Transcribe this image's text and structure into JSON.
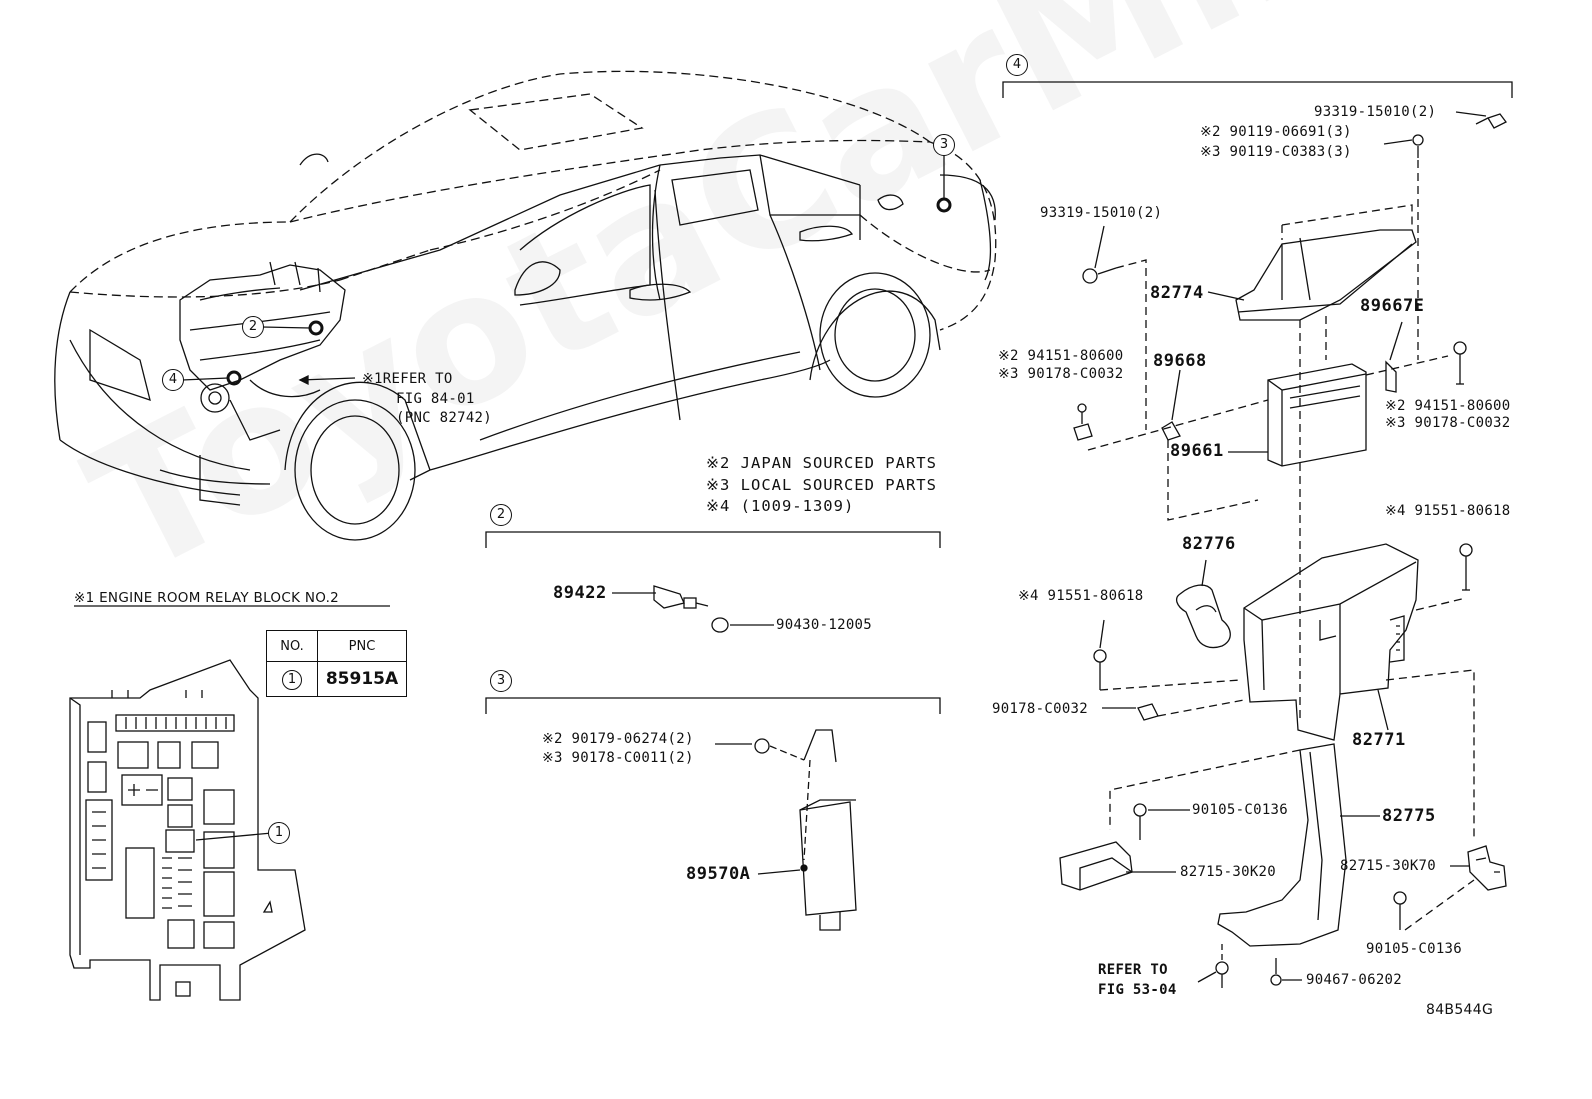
{
  "watermark": "ToyotaCarMine.ru",
  "figure_code": "84B544G",
  "car_callouts": [
    "2",
    "4",
    "3"
  ],
  "car_note": {
    "mark": "※1",
    "line1": "REFER TO",
    "line2": "FIG 84-01",
    "line3": "(PNC 82742)"
  },
  "notes": [
    "※2 JAPAN SOURCED PARTS",
    "※3 LOCAL SOURCED PARTS",
    "※4 (1009-1309)"
  ],
  "relay_block": {
    "title": "※1 ENGINE ROOM RELAY BLOCK NO.2",
    "callout": "1",
    "table": {
      "headers": [
        "NO.",
        "PNC"
      ],
      "rows": [
        [
          "1",
          "85915A"
        ]
      ]
    }
  },
  "group2": {
    "marker": "2",
    "parts": {
      "p89422": "89422",
      "p90430": "90430-12005"
    }
  },
  "group3": {
    "marker": "3",
    "parts": {
      "p90179": "※2 90179-06274(2)",
      "p90178": "※3 90178-C0011(2)",
      "p89570A": "89570A"
    }
  },
  "group4": {
    "marker": "4",
    "parts": {
      "p93319_top": "93319-15010(2)",
      "p90119_06691": "※2 90119-06691(3)",
      "p90119_C0383": "※3 90119-C0383(3)",
      "p93319_left": "93319-15010(2)",
      "p82774": "82774",
      "p89667E": "89667E",
      "p94151_left": "※2 94151-80600",
      "p90178_left": "※3 90178-C0032",
      "p89668": "89668",
      "p94151_right": "※2 94151-80600",
      "p90178_right": "※3 90178-C0032",
      "p89661": "89661",
      "p91551_right": "※4 91551-80618",
      "p82776": "82776",
      "p91551_left": "※4 91551-80618",
      "p90178_C0032": "90178-C0032",
      "p82771": "82771",
      "p90105_top": "90105-C0136",
      "p82775": "82775",
      "p82715_30K20": "82715-30K20",
      "p82715_30K70": "82715-30K70",
      "p90105_bottom": "90105-C0136",
      "refer_line1": "REFER TO",
      "refer_line2": "FIG 53-04",
      "p90467": "90467-06202"
    }
  }
}
